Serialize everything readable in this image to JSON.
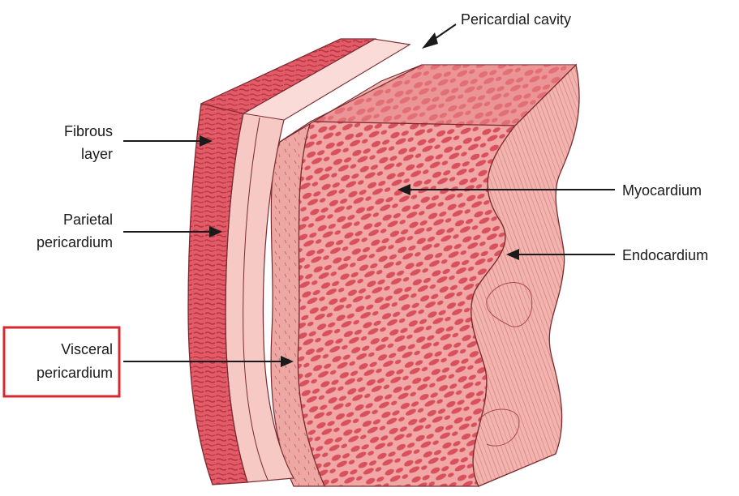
{
  "labels": {
    "pericardial_cavity": "Pericardial cavity",
    "fibrous_line1": "Fibrous",
    "fibrous_line2": "layer",
    "parietal_line1": "Parietal",
    "parietal_line2": "pericardium",
    "visceral_line1": "Visceral",
    "visceral_line2": "pericardium",
    "myocardium": "Myocardium",
    "endocardium": "Endocardium"
  },
  "highlight": {
    "target": "visceral-pericardium-label",
    "color": "#d7282f"
  },
  "colors": {
    "fibrous": "#e25b68",
    "fibrous_dark": "#b8323f",
    "serous_pale": "#f6c9c4",
    "visceral": "#eda8a3",
    "myocardium": "#e36a72",
    "myocardium_dark": "#c33e4b",
    "endocardium": "#efaaa6",
    "outline": "#7a2a2f",
    "arrow": "#1a1a1a"
  }
}
